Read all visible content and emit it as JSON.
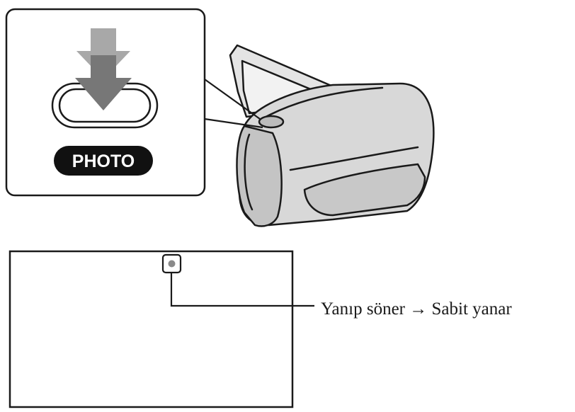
{
  "photo_button": {
    "label": "PHOTO",
    "icon": "press-down-arrow-icon"
  },
  "screen": {
    "focus_indicator_icon": "focus-dot-icon",
    "callout": {
      "from_state": "Yanıp söner",
      "arrow": "→",
      "to_state": "Sabit yanar"
    }
  },
  "colors": {
    "line": "#1a1a1a",
    "arrow_light": "#a8a8a8",
    "arrow_dark": "#777777",
    "camera_body": "#d8d8d8",
    "camera_shade": "#c4c4c4",
    "badge_fill": "#111111"
  }
}
